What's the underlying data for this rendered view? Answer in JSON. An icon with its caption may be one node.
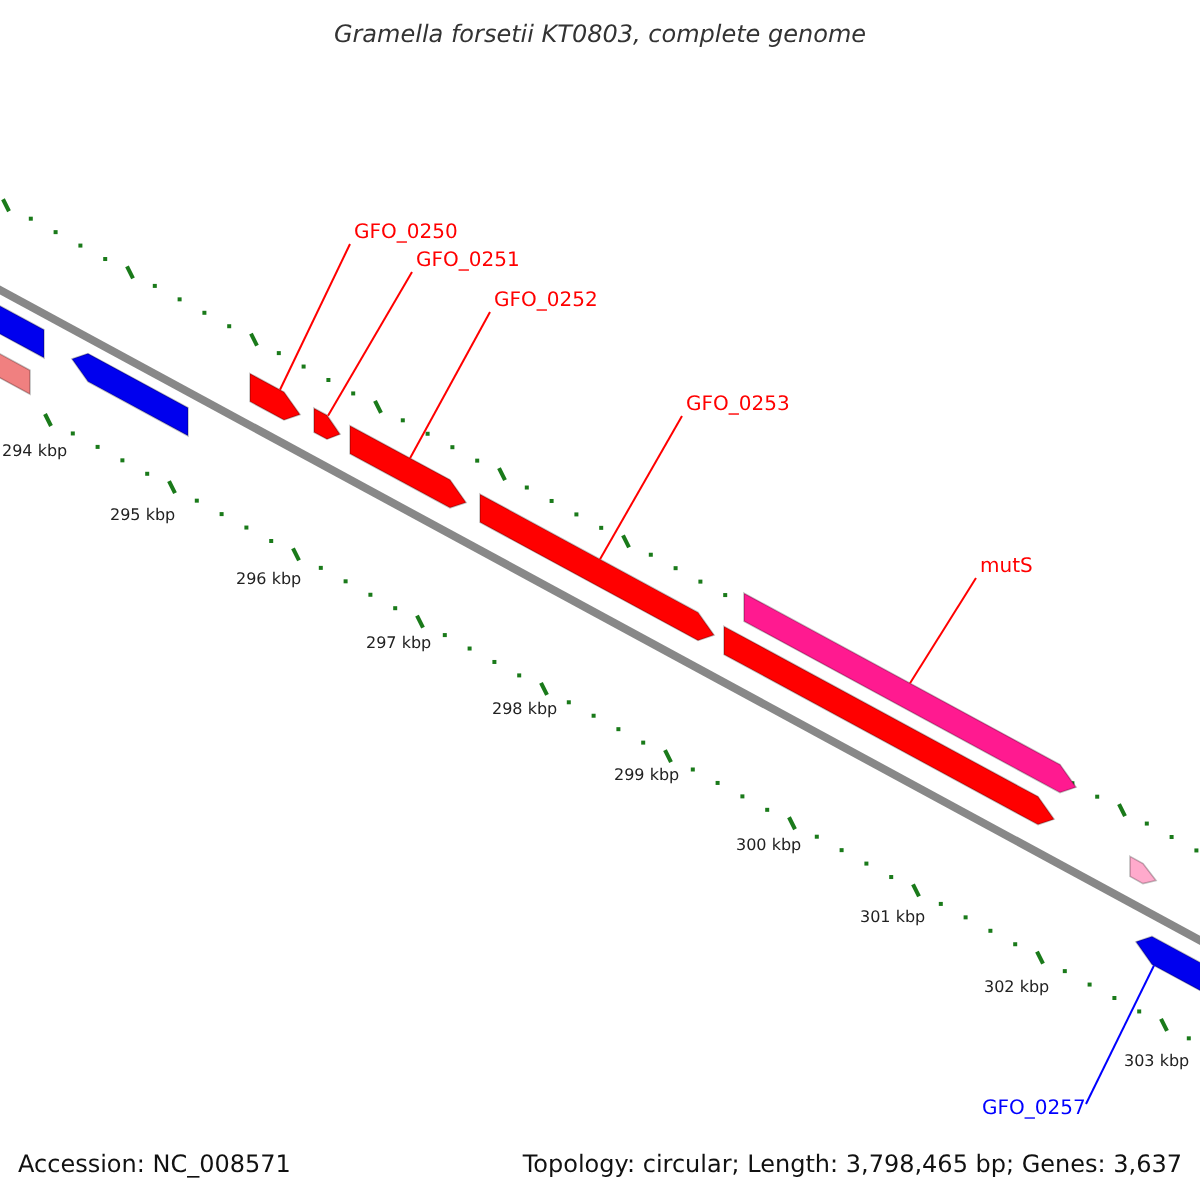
{
  "diagram": {
    "title": "Gramella forsetii KT0803, complete genome",
    "nodes": [
      {
        "text": [
          "GFO_0250"
        ]
      },
      {
        "text": [
          "GFO_0251"
        ]
      },
      {
        "text": [
          "GFO_0252"
        ]
      },
      {
        "text": [
          "GFO_0253"
        ]
      },
      {
        "text": [
          "mutS"
        ]
      },
      {
        "text": [
          "GFO_0257"
        ]
      },
      {
        "text": [],
        "shape": "bar"
      },
      {
        "text": [],
        "shape": "bar"
      },
      {
        "text": [],
        "shape": "bar"
      },
      {
        "text": [],
        "shape": "bar"
      },
      {
        "text": [],
        "shape": "bar"
      },
      {
        "text": [],
        "shape": "bar"
      },
      {
        "text": [],
        "shape": "bar"
      },
      {
        "text": [],
        "shape": "bar"
      },
      {
        "text": [],
        "shape": "bar"
      },
      {
        "text": [],
        "shape": "bar"
      },
      {
        "text": [],
        "shape": "bar"
      }
    ],
    "edges": [
      {
        "from": 0,
        "to": 9,
        "arrow": "none"
      },
      {
        "from": 1,
        "to": 10,
        "arrow": "none"
      },
      {
        "from": 2,
        "to": 11,
        "arrow": "none"
      },
      {
        "from": 3,
        "to": 12,
        "arrow": "none"
      },
      {
        "from": 4,
        "to": 13,
        "arrow": "none"
      },
      {
        "from": 5,
        "to": 16,
        "arrow": "none",
        "color": "#0000ff"
      }
    ],
    "labels": [
      "294 kbp",
      "295 kbp",
      "296 kbp",
      "297 kbp",
      "298 kbp",
      "299 kbp",
      "300 kbp",
      "301 kbp",
      "302 kbp",
      "303 kbp",
      "Accession: NC_008571",
      "Topology: circular; Length: 3,798,465 bp; Genes: 3,637"
    ]
  }
}
